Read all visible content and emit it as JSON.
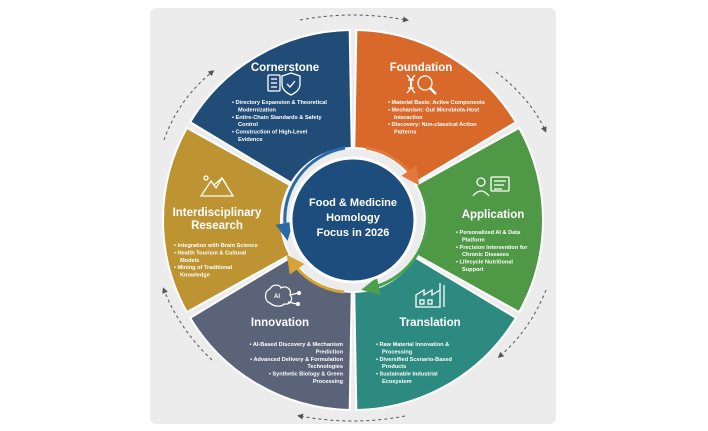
{
  "center": {
    "lines": [
      "Food & Medicine",
      "Homology",
      "Focus in 2026"
    ]
  },
  "segments": [
    {
      "id": "foundation",
      "title": "Foundation",
      "color": "#d9692b",
      "icon": "dna-magnifier-icon",
      "items": [
        [
          "Material Basis: Active Components"
        ],
        [
          "Mechanism: Gut Microbiota-Host",
          "Interaction"
        ],
        [
          "Discovery: Non-classical Action",
          "Patterns"
        ]
      ]
    },
    {
      "id": "application",
      "title": "Application",
      "color": "#4f9845",
      "icon": "person-screen-icon",
      "items": [
        [
          "Personalized AI & Data",
          "Platform"
        ],
        [
          "Precision Intervention for",
          "Chronic Diseases"
        ],
        [
          "Lifecycle Nutritional",
          "Support"
        ]
      ]
    },
    {
      "id": "translation",
      "title": "Translation",
      "color": "#2d8a80",
      "icon": "factory-icon",
      "items": [
        [
          "Raw Material Innovation &",
          "Processing"
        ],
        [
          "Diversified Scenario-Based",
          "Products"
        ],
        [
          "Sustainable Industrial",
          "Ecosystem"
        ]
      ]
    },
    {
      "id": "innovation",
      "title": "Innovation",
      "color": "#5b6378",
      "icon": "ai-brain-icon",
      "items": [
        [
          "AI-Based Discovery & Mechanism",
          "Prediction"
        ],
        [
          "Advanced Delivery & Formulation",
          "Technologies"
        ],
        [
          "Synthetic Biology & Green",
          "Processing"
        ]
      ]
    },
    {
      "id": "interdisciplinary",
      "title_lines": [
        "Interdisciplinary",
        "Research"
      ],
      "color": "#be9433",
      "icon": "mountain-icon",
      "items": [
        [
          "Integration with Brain Science"
        ],
        [
          "Health Tourism & Cultural",
          "Models"
        ],
        [
          "Mining of Traditional",
          "Knowledge"
        ]
      ]
    },
    {
      "id": "cornerstone",
      "title": "Cornerstone",
      "color": "#224c78",
      "icon": "book-shield-icon",
      "items": [
        [
          "Directory Expansion & Theoretical",
          "Modernization"
        ],
        [
          "Entire-Chain Standards & Safety",
          "Control"
        ],
        [
          "Construction of High-Level",
          "Evidence"
        ]
      ]
    }
  ],
  "colors": {
    "center": "#1d4d7c",
    "frame": "#eaeaea",
    "cycle_blue": "#2a6aa8",
    "cycle_orange": "#e37a3d",
    "cycle_green": "#4aa04c",
    "cycle_yellow": "#d6a339"
  }
}
